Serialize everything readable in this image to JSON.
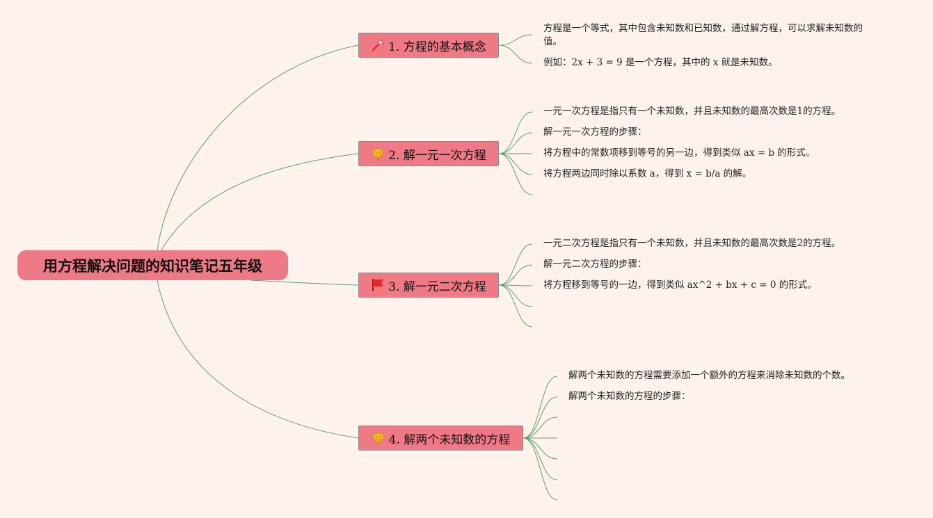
{
  "root": {
    "title": "用方程解决问题的知识笔记五年级"
  },
  "branches": [
    {
      "label": "1. 方程的基本概念",
      "icon": "magic-wand-icon",
      "items": [
        "方程是一个等式，其中包含未知数和已知数，通过解方程，可以求解未知数的值。",
        "例如：2x + 3 = 9 是一个方程，其中的 x 就是未知数。"
      ]
    },
    {
      "label": "2. 解一元一次方程",
      "icon": "diamond-icon",
      "items": [
        "一元一次方程是指只有一个未知数，并且未知数的最高次数是1的方程。",
        "解一元一次方程的步骤：",
        "将方程中的常数项移到等号的另一边，得到类似 ax = b 的形式。",
        "将方程两边同时除以系数 a，得到 x = b/a 的解。",
        ""
      ]
    },
    {
      "label": "3. 解一元二次方程",
      "icon": "red-flag-icon",
      "items": [
        "一元二次方程是指只有一个未知数，并且未知数的最高次数是2的方程。",
        "解一元二次方程的步骤：",
        "将方程移到等号的一边，得到类似 ax^2 + bx + c = 0 的形式。",
        "",
        ""
      ]
    },
    {
      "label": "4. 解两个未知数的方程",
      "icon": "diamond-icon",
      "items": [
        "解两个未知数的方程需要添加一个额外的方程来消除未知数的个数。",
        "解两个未知数的方程的步骤：",
        "",
        "",
        "",
        "",
        ""
      ]
    }
  ],
  "colors": {
    "background": "#fdf3ec",
    "node_fill": "#ef7985",
    "connector": "#5f9a78"
  }
}
